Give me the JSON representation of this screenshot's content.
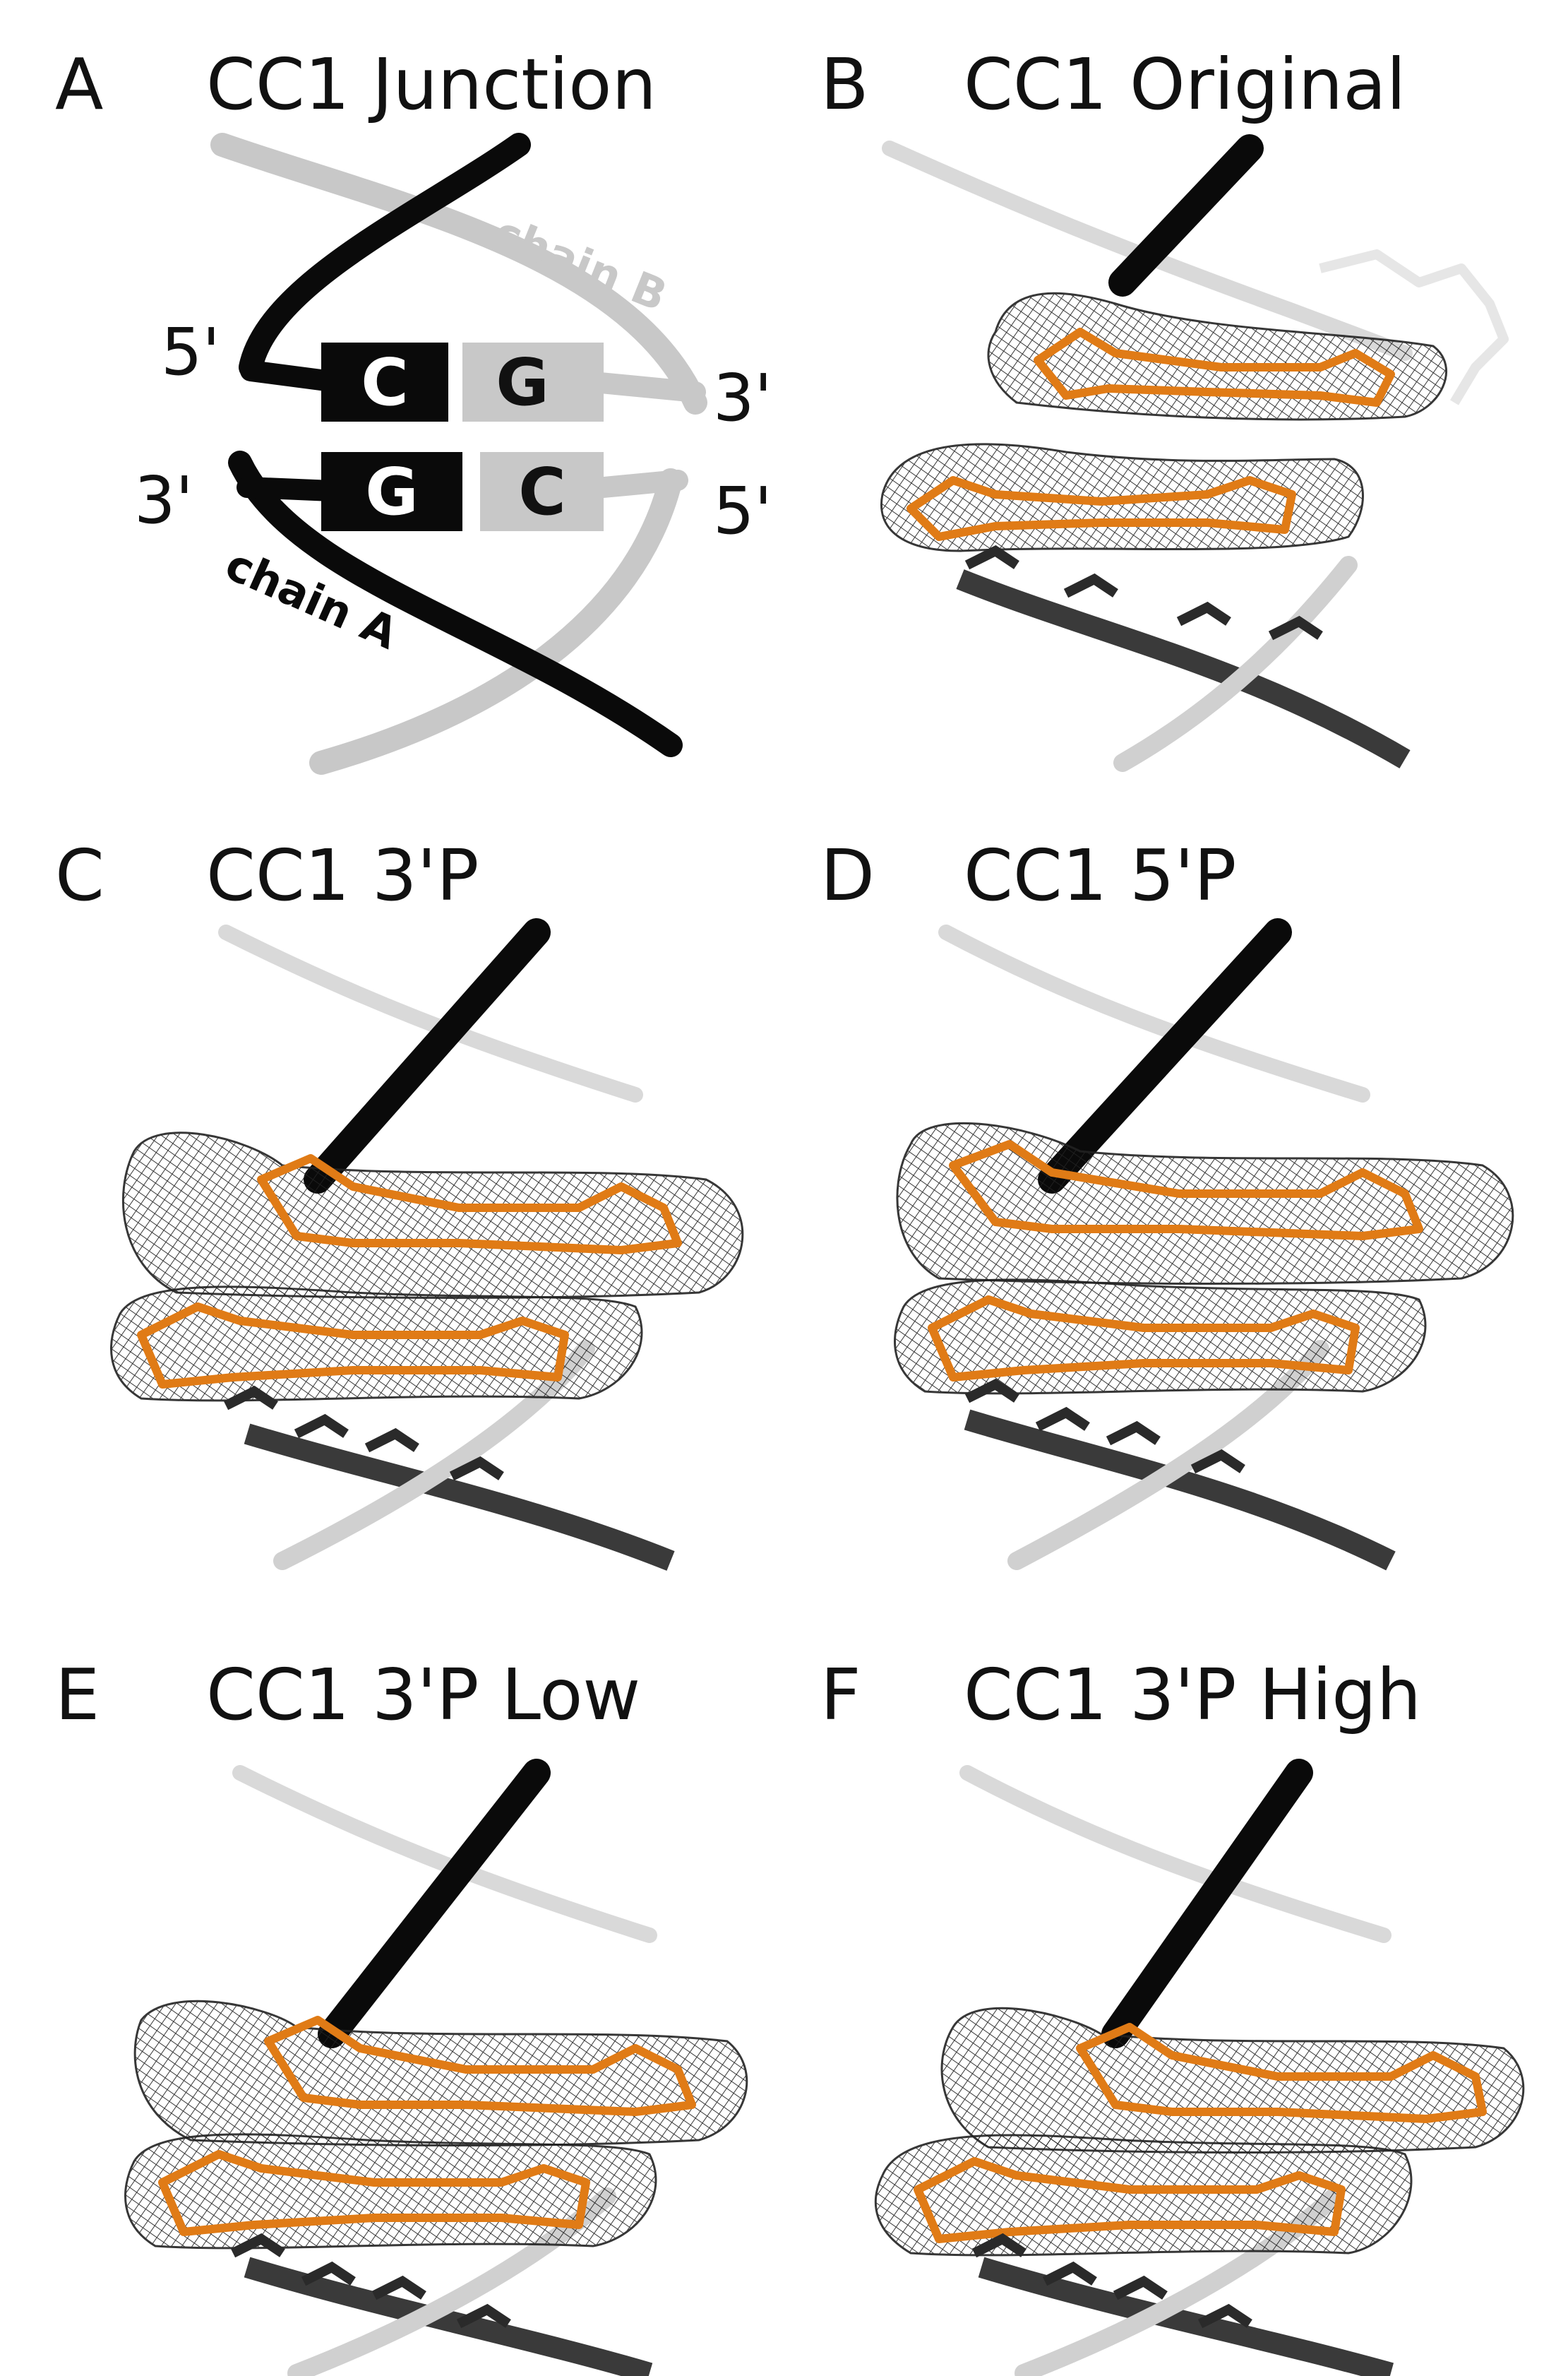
{
  "panels": [
    {
      "letter": "A",
      "title": "CC1 Junction"
    },
    {
      "letter": "B",
      "title": "CC1 Original"
    },
    {
      "letter": "C",
      "title": "CC1 3'P"
    },
    {
      "letter": "D",
      "title": "CC1 5'P"
    },
    {
      "letter": "E",
      "title": "CC1 3'P Low"
    },
    {
      "letter": "F",
      "title": "CC1 3'P High"
    }
  ],
  "junction": {
    "chain_a": "chain A",
    "chain_b": "chain B",
    "left_top_end": "5'",
    "left_bottom_end": "3'",
    "right_top_end": "3'",
    "right_bottom_end": "5'",
    "top_pair": [
      "C",
      "G"
    ],
    "bottom_pair": [
      "G",
      "C"
    ]
  },
  "colors": {
    "chain_a": "#0a0a0a",
    "chain_b": "#c8c8c8",
    "nucleotide": "#e07b16",
    "density_mesh": "#222222",
    "backbone": "#d9d9d9"
  }
}
